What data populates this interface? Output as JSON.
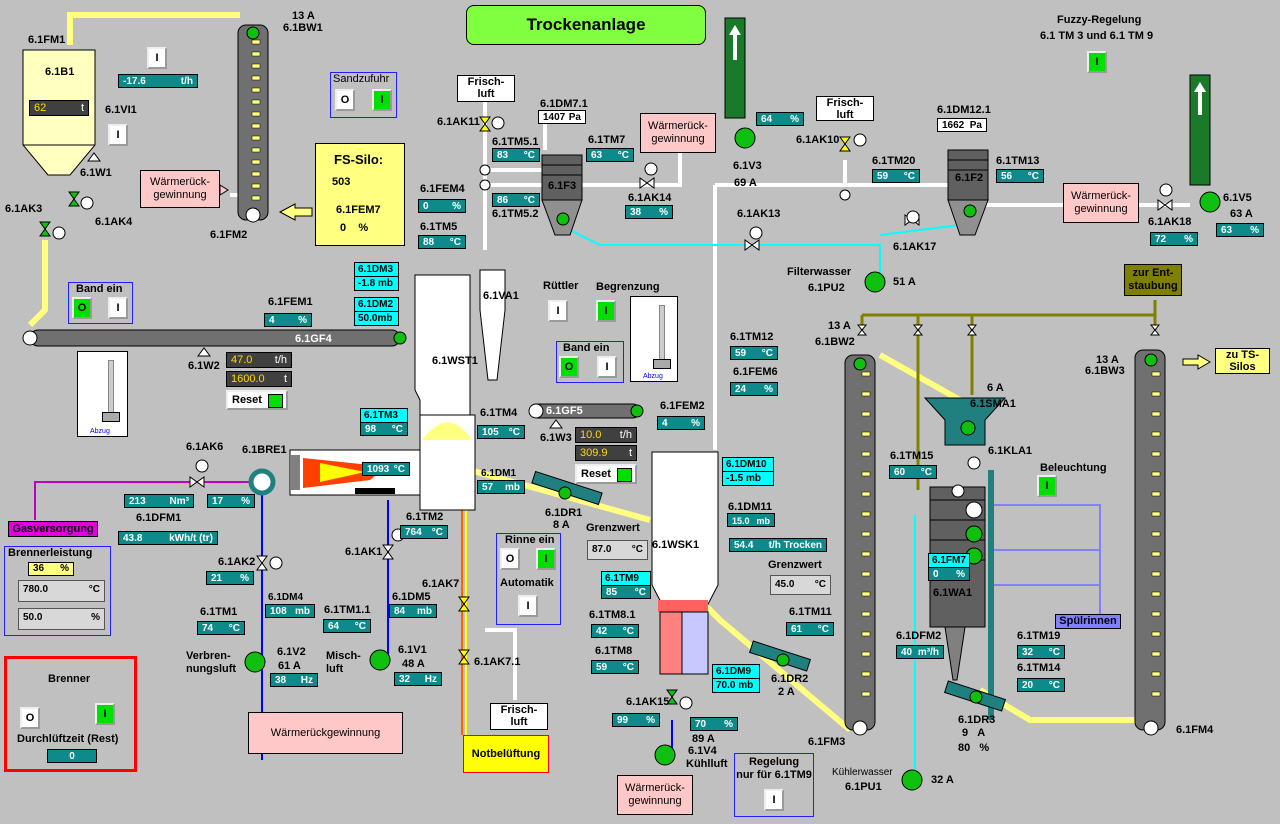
{
  "title": "Trockenanlage",
  "fuzzy": {
    "title": "Fuzzy-Regelung",
    "subtitle": "6.1 TM 3 und 6.1 TM 9",
    "btn": "I"
  },
  "silo1": {
    "id": "6.1FM1",
    "name": "6.1B1",
    "level": "62",
    "level_unit": "t",
    "vi1": "6.1VI1",
    "vi1_btn": "I",
    "flow": "-17.6",
    "flow_unit": "t/h",
    "flow_btn": "I",
    "w1": "6.1W1",
    "ak3": "6.1AK3",
    "ak4": "6.1AK4"
  },
  "bw1": {
    "amp": "13 A",
    "id": "6.1BW1",
    "fm2": "6.1FM2"
  },
  "sandzufuhr": {
    "label": "Sandzufuhr",
    "off": "O",
    "on": "I"
  },
  "fs_silo": {
    "title": "FS-Silo:",
    "value": "503",
    "fem_label": "6.1FEM7",
    "fem_value": "0",
    "fem_unit": "%"
  },
  "waermerueck": "Wärmerück-\ngewinnung",
  "waermerueck_long": "Wärmerückgewinnung",
  "frischluft": "Frisch-\nluft",
  "ak11": "6.1AK11",
  "dm7": {
    "label": "6.1DM7.1",
    "value": "1407",
    "unit": "Pa"
  },
  "tm51": {
    "label": "6.1TM5.1",
    "value": "83",
    "unit": "°C"
  },
  "tm7": {
    "label": "6.1TM7",
    "value": "63",
    "unit": "°C"
  },
  "f3": "6.1F3",
  "v3": {
    "label": "6.1V3",
    "amp": "69",
    "unit": "A",
    "pct": "64",
    "pct_unit": "%"
  },
  "ak14": {
    "label": "6.1AK14",
    "value": "38",
    "unit": "%"
  },
  "fem4": {
    "label": "6.1FEM4",
    "value": "0",
    "unit": "%"
  },
  "tm52": {
    "label": "6.1TM5.2",
    "value": "86",
    "unit": "°C"
  },
  "tm5": {
    "label": "6.1TM5",
    "value": "88",
    "unit": "°C"
  },
  "ak10": "6.1AK10",
  "dm121": {
    "label": "6.1DM12.1",
    "value": "1662",
    "unit": "Pa"
  },
  "tm20": {
    "label": "6.1TM20",
    "value": "59",
    "unit": "°C"
  },
  "tm13": {
    "label": "6.1TM13",
    "value": "56",
    "unit": "°C"
  },
  "f2": "6.1F2",
  "v5": {
    "label": "6.1V5",
    "amp": "63",
    "unit": "A",
    "pct": "63",
    "pct_unit": "%"
  },
  "ak18": {
    "label": "6.1AK18",
    "value": "72",
    "unit": "%"
  },
  "ak13": "6.1AK13",
  "ak17": "6.1AK17",
  "pu2": {
    "label1": "Filterwasser",
    "label2": "6.1PU2",
    "amp": "51",
    "unit": "A"
  },
  "entstaubung": "zur Ent-\nstaubung",
  "dm3": {
    "label": "6.1DM3",
    "value": "-1.8",
    "unit": "mb"
  },
  "dm2": {
    "label": "6.1DM2",
    "value": "50.0",
    "unit": "mb"
  },
  "va1": "6.1VA1",
  "ruettler": {
    "label": "Rüttler",
    "btn": "I"
  },
  "begrenzung": {
    "label": "Begrenzung",
    "btn": "I",
    "abzug": "Abzug"
  },
  "band1": {
    "label": "Band ein",
    "off": "O",
    "on": "I"
  },
  "band2": {
    "label": "Band ein",
    "off": "O",
    "on": "I"
  },
  "fem1": {
    "label": "6.1FEM1",
    "value": "4",
    "unit": "%"
  },
  "gf4": "6.1GF4",
  "w2": {
    "label": "6.1W2",
    "flow": "47.0",
    "flow_unit": "t/h",
    "total": "1600.0",
    "total_unit": "t",
    "reset": "Reset",
    "abzug": "Abzug"
  },
  "wst1": "6.1WST1",
  "tm12": {
    "label": "6.1TM12",
    "value": "59",
    "unit": "°C"
  },
  "fem6": {
    "label": "6.1FEM6",
    "value": "24",
    "unit": "%"
  },
  "bw2": {
    "amp": "13",
    "unit": "A",
    "label": "6.1BW2",
    "fm3": "6.1FM3"
  },
  "bw3": {
    "amp": "13 A",
    "label": "6.1BW3",
    "fm4": "6.1FM4"
  },
  "ts_silos": "zu TS-\nSilos",
  "ak6": "6.1AK6",
  "bre1": "6.1BRE1",
  "tm3": {
    "label": "6.1TM3",
    "value": "98",
    "unit": "°C"
  },
  "tm4": {
    "label": "6.1TM4",
    "value": "105",
    "unit": "°C"
  },
  "gf5": "6.1GF5",
  "fem2": {
    "label": "6.1FEM2",
    "value": "4",
    "unit": "%"
  },
  "w3": {
    "label": "6.1W3",
    "flow": "10.0",
    "flow_unit": "t/h",
    "total": "309.9",
    "total_unit": "t",
    "reset": "Reset"
  },
  "sma1": {
    "amp": "6",
    "unit": "A",
    "label": "6.1SMA1"
  },
  "kla1": "6.1KLA1",
  "flame_temp": {
    "value": "1093",
    "unit": "°C"
  },
  "dm1": {
    "label": "6.1DM1",
    "value": "57",
    "unit": "mb"
  },
  "dm10": {
    "label": "6.1DM10",
    "value": "-1.5",
    "unit": "mb"
  },
  "dm11": {
    "label": "6.1DM11",
    "value": "15.0",
    "unit": "mb"
  },
  "dr1": {
    "label": "6.1DR1",
    "amp": "8 A"
  },
  "gas": {
    "flow": "213",
    "flow_unit": "Nm³",
    "pct": "17",
    "pct_unit": "%",
    "dfm1": "6.1DFM1",
    "kwh": "43.8",
    "kwh_unit": "kWh/t (tr)",
    "versorgung": "Gasversorgung"
  },
  "tm15": {
    "label": "6.1TM15",
    "value": "60",
    "unit": "°C"
  },
  "beleuchtung": {
    "label": "Beleuchtung",
    "btn": "I"
  },
  "tm2": {
    "label": "6.1TM2",
    "value": "764",
    "unit": "°C"
  },
  "rinne": {
    "label": "Rinne ein",
    "off": "O",
    "on": "I",
    "auto": "Automatik",
    "auto_btn": "I"
  },
  "grenzwert1": {
    "label": "Grenzwert",
    "value": "87.0",
    "unit": "°C"
  },
  "wsk1": "6.1WSK1",
  "trocken": {
    "value": "54.4",
    "unit": "t/h Trocken"
  },
  "grenzwert2": {
    "label": "Grenzwert",
    "value": "45.0",
    "unit": "°C"
  },
  "fm7": {
    "label": "6.1FM7",
    "value": "0",
    "unit": "%"
  },
  "wa1": "6.1WA1",
  "brennerleistung": {
    "label": "Brennerleistung",
    "pct": "36",
    "pct_unit": "%",
    "temp": "780.0",
    "temp_unit": "°C",
    "val2": "50.0",
    "val2_unit": "%"
  },
  "ak2": {
    "label": "6.1AK2",
    "value": "21",
    "unit": "%"
  },
  "ak1": "6.1AK1",
  "ak7": "6.1AK7",
  "dm4": {
    "label": "6.1DM4",
    "value": "108",
    "unit": "mb"
  },
  "dm5": {
    "label": "6.1DM5",
    "value": "84",
    "unit": "mb"
  },
  "tm9": {
    "label": "6.1TM9",
    "value": "85",
    "unit": "°C"
  },
  "tm81": {
    "label": "6.1TM8.1",
    "value": "42",
    "unit": "°C"
  },
  "tm11": {
    "label": "6.1TM11",
    "value": "61",
    "unit": "°C"
  },
  "spuelrinnen": "Spülrinnen",
  "tm1": {
    "label": "6.1TM1",
    "value": "74",
    "unit": "°C"
  },
  "tm11b": {
    "label": "6.1TM1.1",
    "value": "64",
    "unit": "°C"
  },
  "tm8": {
    "label": "6.1TM8",
    "value": "59",
    "unit": "°C"
  },
  "dfm2": {
    "label": "6.1DFM2",
    "value": "40",
    "unit": "m³/h"
  },
  "tm19": {
    "label": "6.1TM19",
    "value": "32",
    "unit": "°C"
  },
  "v2": {
    "name": "Verbren-\nnungsluft",
    "label": "6.1V2",
    "amp": "61",
    "unit": "A",
    "hz": "38",
    "hz_unit": "Hz"
  },
  "v1": {
    "name": "Misch-\nluft",
    "label": "6.1V1",
    "amp": "48",
    "unit": "A",
    "hz": "32",
    "hz_unit": "Hz"
  },
  "ak71": "6.1AK7.1",
  "dm9": {
    "label": "6.1DM9",
    "value": "70.0",
    "unit": "mb"
  },
  "dr2": {
    "label": "6.1DR2",
    "amp": "2",
    "unit": "A"
  },
  "tm14": {
    "label": "6.1TM14",
    "value": "20",
    "unit": "°C"
  },
  "brenner": {
    "title": "Brenner",
    "off": "O",
    "on": "I",
    "durch": "Durchlüftzeit (Rest)",
    "value": "0"
  },
  "ak15": {
    "label": "6.1AK15",
    "value": "99",
    "unit": "%"
  },
  "v4": {
    "pct": "70",
    "pct_unit": "%",
    "amp": "89 A",
    "label": "6.1V4",
    "name": "Kühlluft"
  },
  "dr3": {
    "label": "6.1DR3",
    "amp": "9",
    "unit": "A",
    "pct": "80",
    "pct_unit": "%"
  },
  "notbelueftung": "Notbelüftung",
  "regelung": {
    "label": "Regelung\nnur für 6.1TM9",
    "btn": "I"
  },
  "pu1": {
    "label1": "Kühlerwasser",
    "label2": "6.1PU1",
    "amp": "32",
    "unit": "A"
  }
}
